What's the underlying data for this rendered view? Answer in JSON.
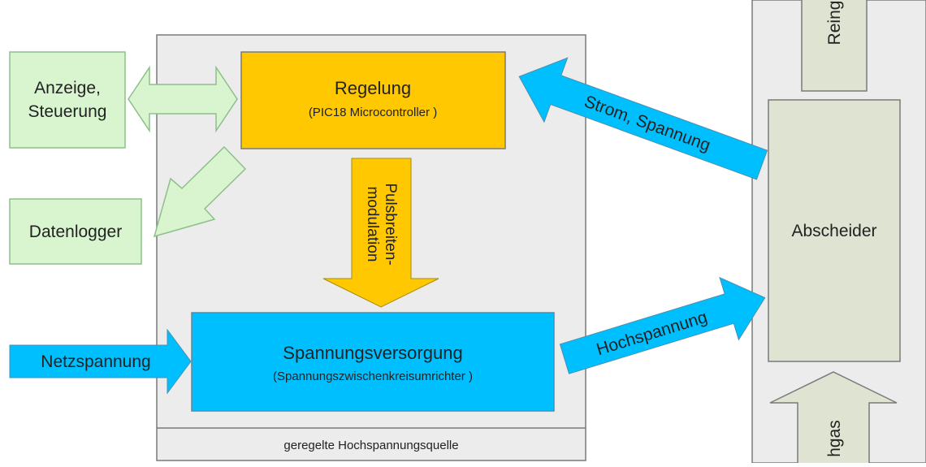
{
  "colors": {
    "green_fill": "#d8f5d0",
    "green_stroke": "#8fbf8a",
    "yellow_fill": "#ffc800",
    "blue_fill": "#00bfff",
    "gray_fill": "#ececec",
    "khaki_fill": "#dfe3d2",
    "stroke": "#7a7a7a"
  },
  "blocks": {
    "anzeige": {
      "line1": "Anzeige,",
      "line2": "Steuerung"
    },
    "datenlogger": {
      "label": "Datenlogger"
    },
    "regelung": {
      "title": "Regelung",
      "subtitle": "(PIC18 Microcontroller )"
    },
    "spannungsversorgung": {
      "title": "Spannungsversorgung",
      "subtitle": "(Spannungszwischenkreisumrichter )"
    },
    "hochspannungsquelle": {
      "caption": "geregelte Hochspannungsquelle"
    },
    "abscheider": {
      "label": "Abscheider"
    },
    "reingas": {
      "label": "Reing"
    },
    "rohgas": {
      "label": "hgas"
    }
  },
  "arrows": {
    "pulsbreiten": {
      "line1": "Pulsbreiten-",
      "line2": "modulation"
    },
    "netzspannung": {
      "label": "Netzspannung"
    },
    "hochspannung": {
      "label": "Hochspannung"
    },
    "strom_spannung": {
      "label": "Strom, Spannung"
    }
  }
}
